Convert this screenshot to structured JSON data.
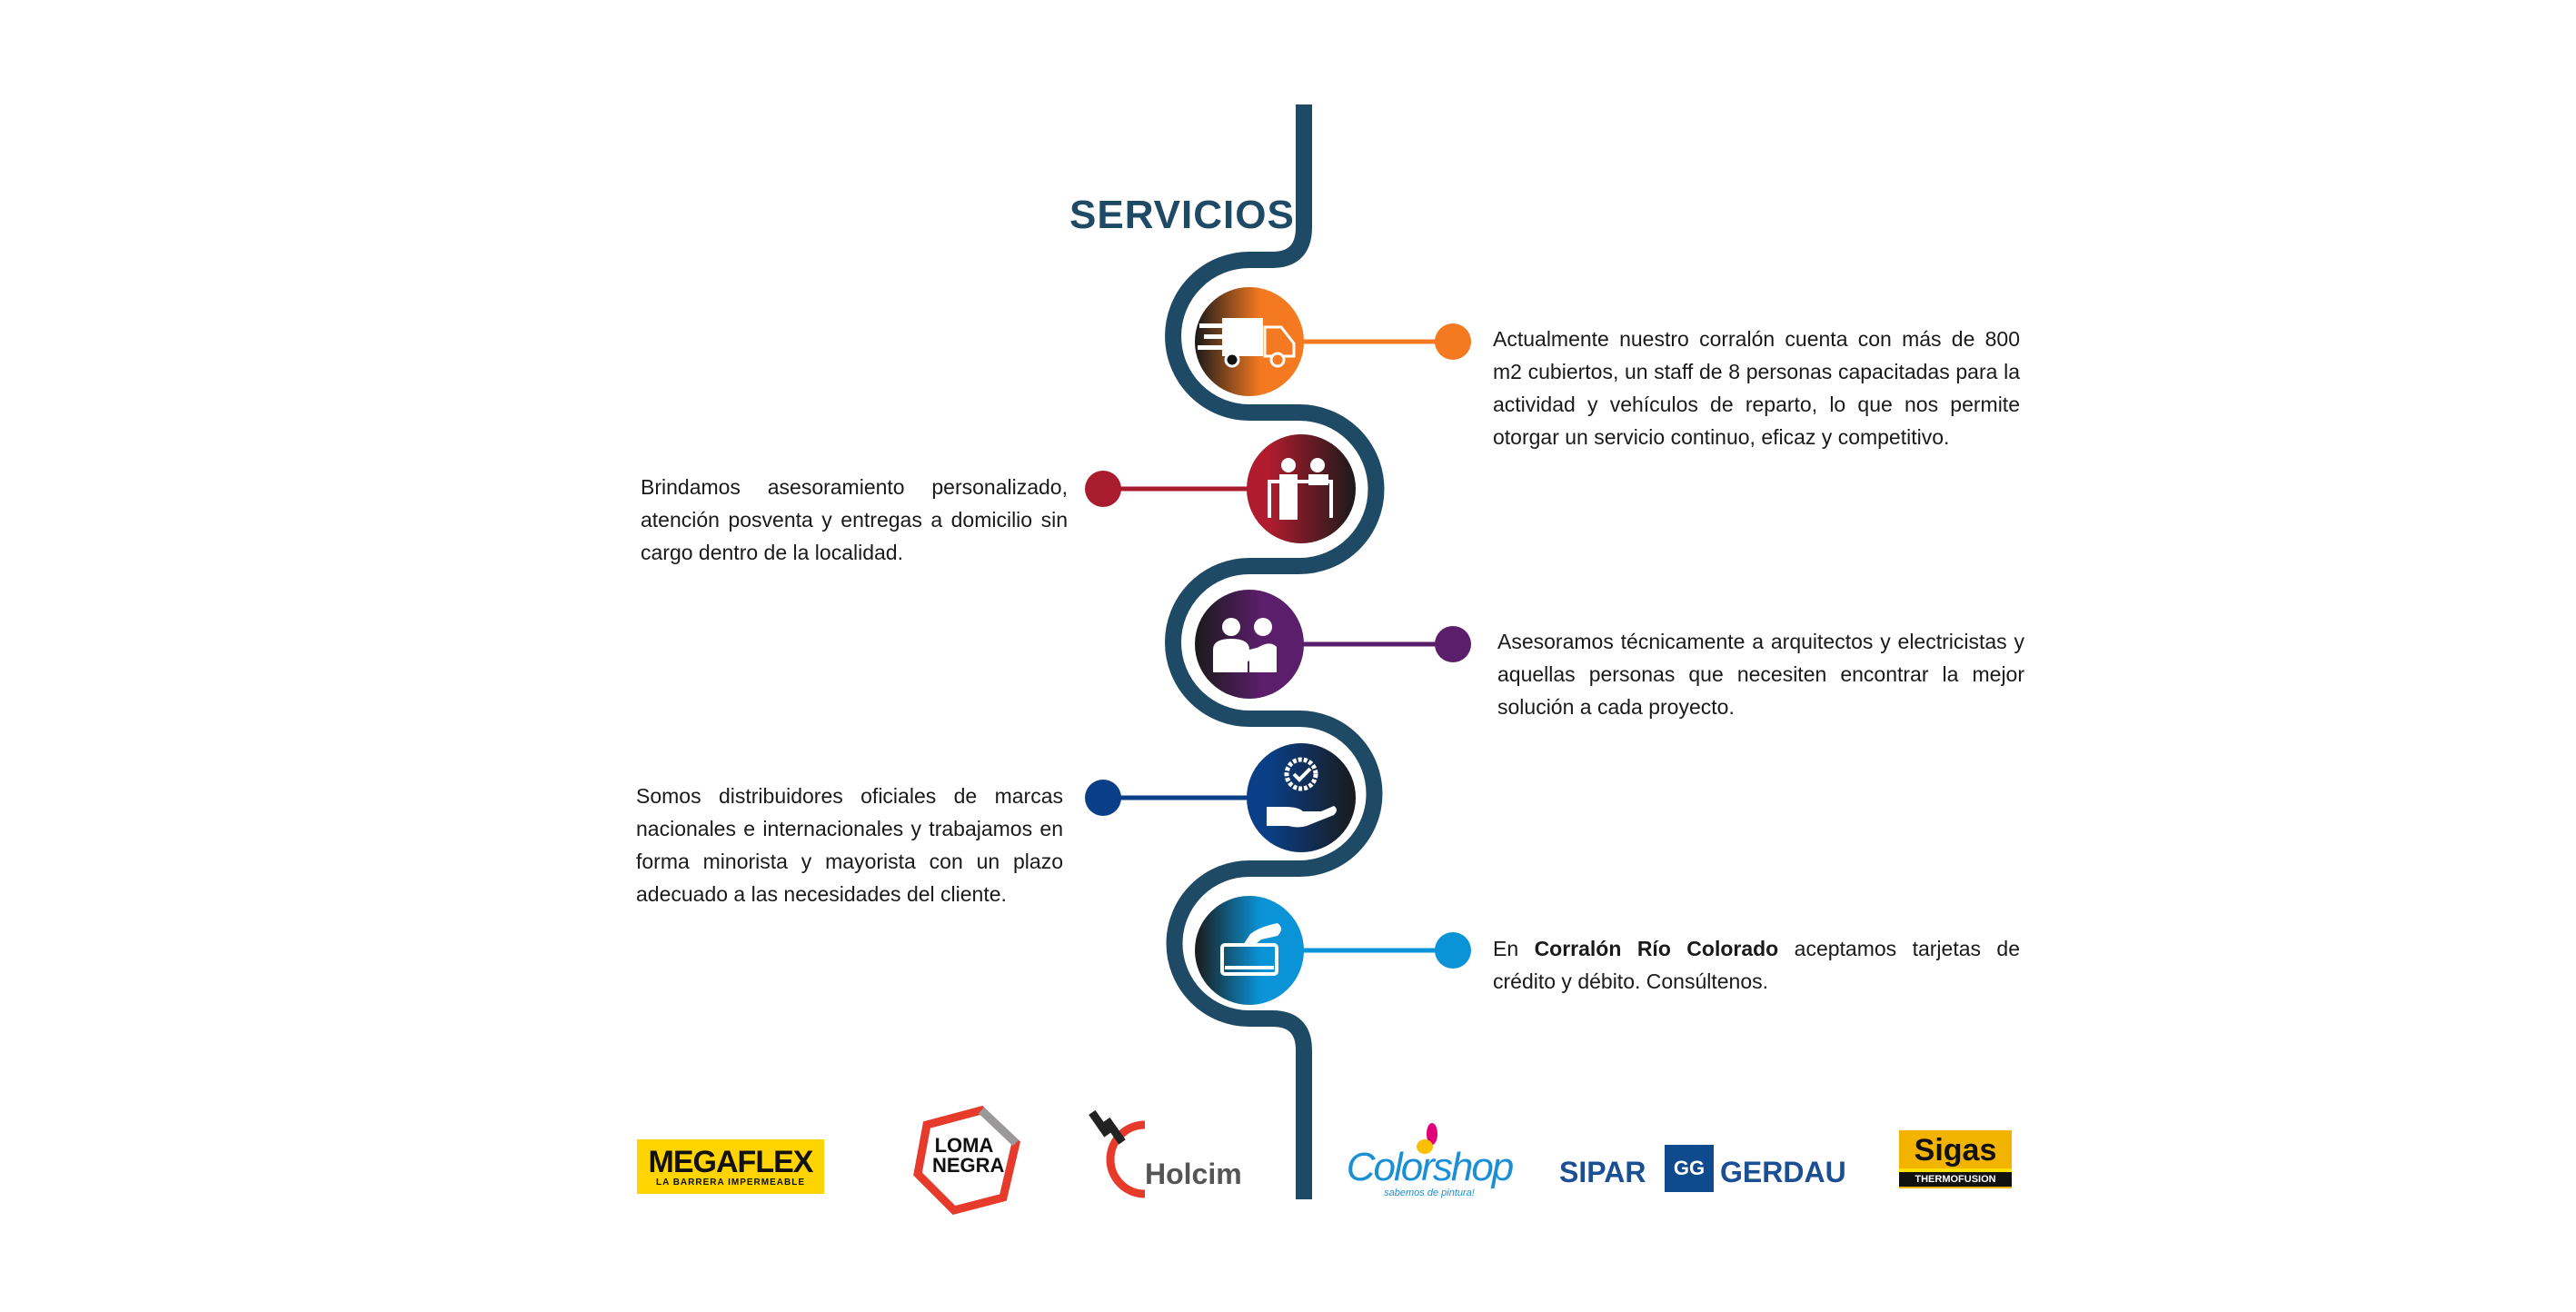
{
  "title": "SERVICIOS",
  "colors": {
    "path": "#1e4a66",
    "orange": "#f47920",
    "red": "#a91b2e",
    "purple": "#5a1e6a",
    "blue": "#0a3f87",
    "cyan": "#0a93d6"
  },
  "services": [
    {
      "icon": "delivery-truck-icon",
      "text": "Actualmente nuestro corralón cuenta con más de 800 m2 cubiertos, un staff de 8 personas capacitadas para la actividad y vehículos de reparto, lo que nos permite otorgar un servicio continuo, eficaz y competitivo."
    },
    {
      "icon": "customer-service-icon",
      "text": "Brindamos asesoramiento personalizado, atención posventa y entregas a domicilio sin cargo dentro de la localidad."
    },
    {
      "icon": "consulting-people-icon",
      "text": "Asesoramos técnicamente a arquitectos y electricistas y aquellas personas que necesiten encontrar la mejor solución a cada proyecto."
    },
    {
      "icon": "quality-hand-icon",
      "text": "Somos distribuidores oficiales de marcas nacionales e internacionales y trabajamos en forma minorista y mayorista con un plazo adecuado a las necesidades del cliente."
    },
    {
      "icon": "card-payment-icon",
      "text_pre": "En ",
      "text_bold": "Corralón Río Colorado",
      "text_post": " aceptamos tarjetas de crédito y débito. Consúltenos."
    }
  ],
  "brands": {
    "megaflex": {
      "name": "MEGAFLEX",
      "tagline": "LA BARRERA IMPERMEABLE"
    },
    "loma_negra": {
      "name": "LOMA NEGRA"
    },
    "holcim": {
      "name": "Holcim"
    },
    "colorshop": {
      "name": "Colorshop",
      "tagline": "sabemos de pintura!"
    },
    "sipar": {
      "name": "SIPAR"
    },
    "gerdau": {
      "name": "GERDAU",
      "mark": "GG"
    },
    "sigas": {
      "name": "Sigas",
      "tagline": "THERMOFUSION"
    }
  }
}
